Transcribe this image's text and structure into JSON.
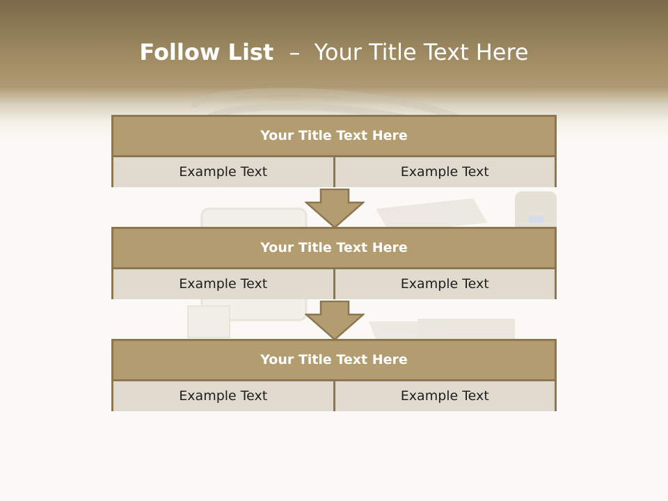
{
  "slide": {
    "title_bold": "Follow List",
    "title_separator": "–",
    "title_rest": "Your Title Text Here"
  },
  "blocks": [
    {
      "title": "Your Title Text Here",
      "cells": [
        "Example Text",
        "Example Text"
      ]
    },
    {
      "title": "Your Title Text Here",
      "cells": [
        "Example Text",
        "Example Text"
      ]
    },
    {
      "title": "Your Title Text Here",
      "cells": [
        "Example Text",
        "Example Text"
      ]
    }
  ],
  "colors": {
    "header": "#a38f66",
    "block_title": "#b39c70",
    "block_border": "#8b7650",
    "cell_fill": "#e1dace",
    "arrow": "#b39c70"
  }
}
